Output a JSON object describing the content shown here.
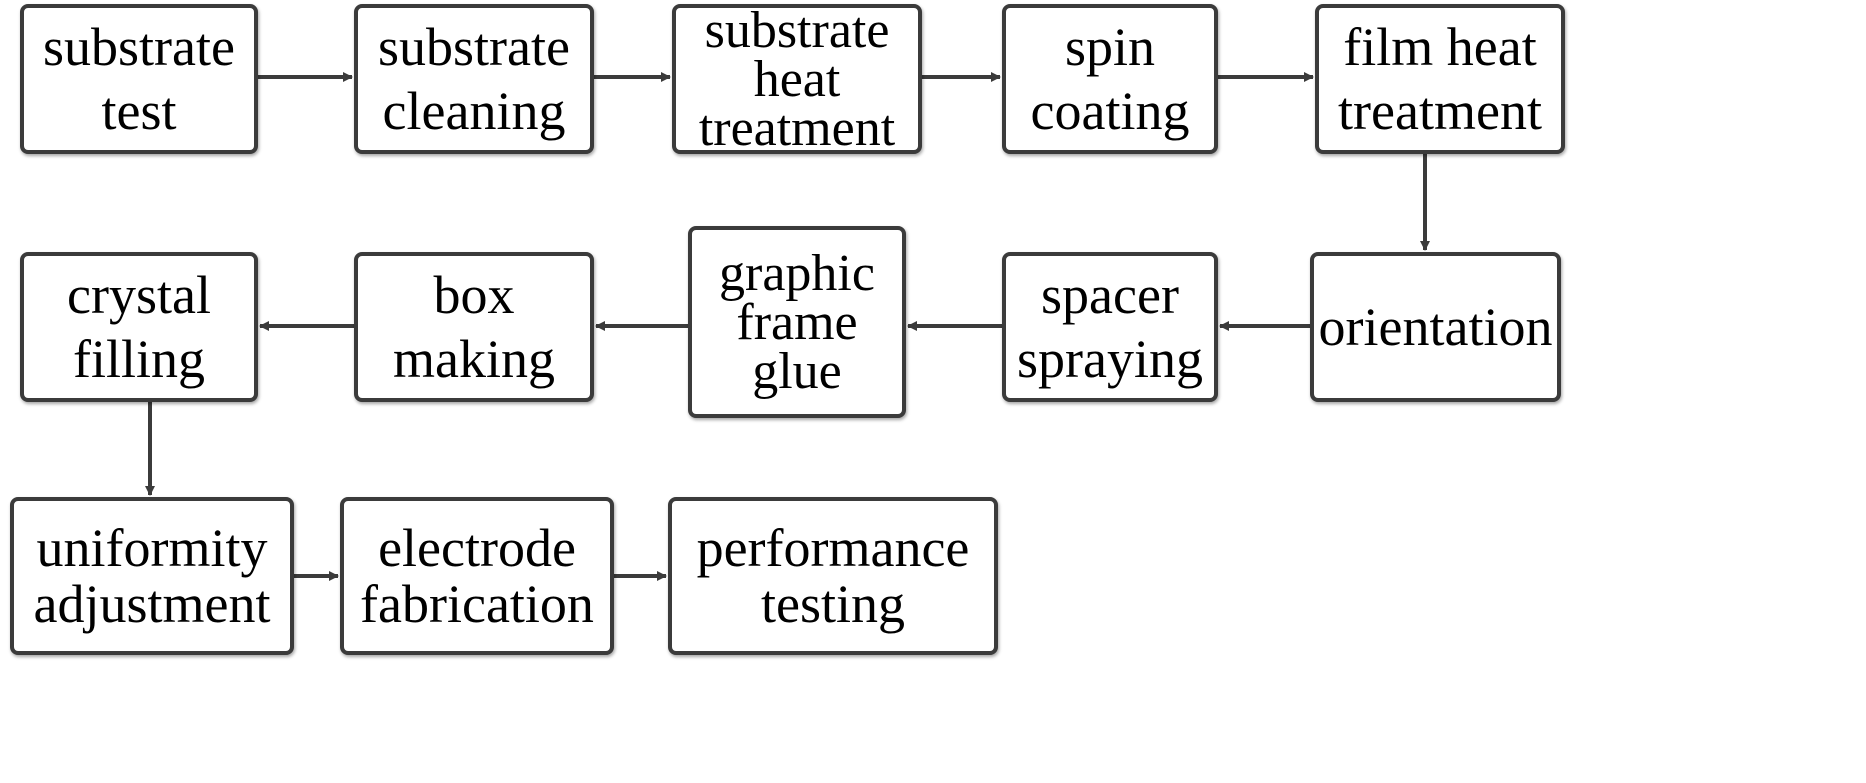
{
  "colors": {
    "box_border": "#3b3b3b",
    "arrow": "#3b3b3b",
    "background": "#ffffff",
    "text": "#000000"
  },
  "steps": [
    {
      "id": "substrate-test",
      "lines": [
        "substrate",
        "test"
      ]
    },
    {
      "id": "substrate-cleaning",
      "lines": [
        "substrate",
        "cleaning"
      ]
    },
    {
      "id": "substrate-heat-treatment",
      "lines": [
        "substrate",
        "heat",
        "treatment"
      ]
    },
    {
      "id": "spin-coating",
      "lines": [
        "spin",
        "coating"
      ]
    },
    {
      "id": "film-heat-treatment",
      "lines": [
        "film heat",
        "treatment"
      ]
    },
    {
      "id": "orientation",
      "lines": [
        "orientation"
      ]
    },
    {
      "id": "spacer-spraying",
      "lines": [
        "spacer",
        "spraying"
      ]
    },
    {
      "id": "graphic-frame-glue",
      "lines": [
        "graphic",
        "frame",
        "glue"
      ]
    },
    {
      "id": "box-making",
      "lines": [
        "box",
        "making"
      ]
    },
    {
      "id": "crystal-filling",
      "lines": [
        "crystal",
        "filling"
      ]
    },
    {
      "id": "uniformity-adjustment",
      "lines": [
        "uniformity",
        "adjustment"
      ]
    },
    {
      "id": "electrode-fabrication",
      "lines": [
        "electrode",
        "fabrication"
      ]
    },
    {
      "id": "performance-testing",
      "lines": [
        "performance",
        "testing"
      ]
    }
  ],
  "connections": [
    {
      "from": "substrate-test",
      "to": "substrate-cleaning"
    },
    {
      "from": "substrate-cleaning",
      "to": "substrate-heat-treatment"
    },
    {
      "from": "substrate-heat-treatment",
      "to": "spin-coating"
    },
    {
      "from": "spin-coating",
      "to": "film-heat-treatment"
    },
    {
      "from": "film-heat-treatment",
      "to": "orientation"
    },
    {
      "from": "orientation",
      "to": "spacer-spraying"
    },
    {
      "from": "spacer-spraying",
      "to": "graphic-frame-glue"
    },
    {
      "from": "graphic-frame-glue",
      "to": "box-making"
    },
    {
      "from": "box-making",
      "to": "crystal-filling"
    },
    {
      "from": "crystal-filling",
      "to": "uniformity-adjustment"
    },
    {
      "from": "uniformity-adjustment",
      "to": "electrode-fabrication"
    },
    {
      "from": "electrode-fabrication",
      "to": "performance-testing"
    }
  ]
}
